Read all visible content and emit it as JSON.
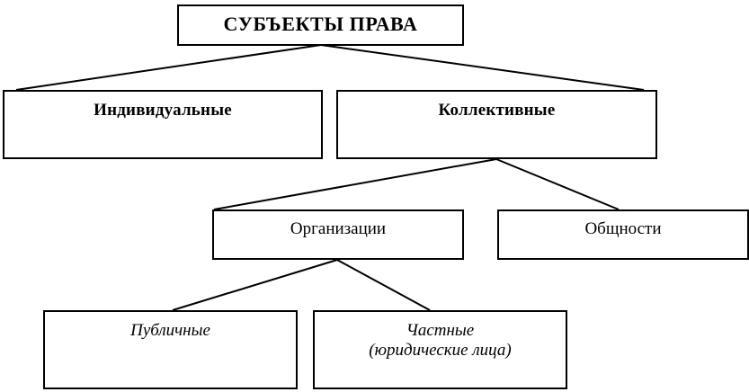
{
  "diagram": {
    "title": "СУБЪЕКТЫ ПРАВА",
    "type": "hierarchy-tree",
    "levels": 4,
    "colors": {
      "background": "#ffffff",
      "border": "#000000",
      "text": "#000000",
      "connector": "#000000"
    },
    "nodes": {
      "root": {
        "label": "СУБЪЕКТЫ ПРАВА",
        "level": 1,
        "style": "bold-uppercase"
      },
      "individual": {
        "label": "Индивидуальные",
        "level": 2,
        "style": "bold"
      },
      "collective": {
        "label": "Коллективные",
        "level": 2,
        "style": "bold"
      },
      "organizations": {
        "label": "Организации",
        "level": 3,
        "style": "regular"
      },
      "communities": {
        "label": "Общности",
        "level": 3,
        "style": "regular"
      },
      "public": {
        "label": "Публичные",
        "level": 4,
        "style": "italic"
      },
      "private": {
        "label": "Частные\n(юридические лица)",
        "level": 4,
        "style": "italic"
      }
    },
    "edges": [
      {
        "name": "root-to-individual",
        "from": "root",
        "to": "individual"
      },
      {
        "name": "root-to-collective",
        "from": "root",
        "to": "collective"
      },
      {
        "name": "collective-to-organizations",
        "from": "collective",
        "to": "organizations"
      },
      {
        "name": "collective-to-communities",
        "from": "collective",
        "to": "communities"
      },
      {
        "name": "organizations-to-public",
        "from": "organizations",
        "to": "public"
      },
      {
        "name": "organizations-to-private",
        "from": "organizations",
        "to": "private"
      }
    ]
  }
}
